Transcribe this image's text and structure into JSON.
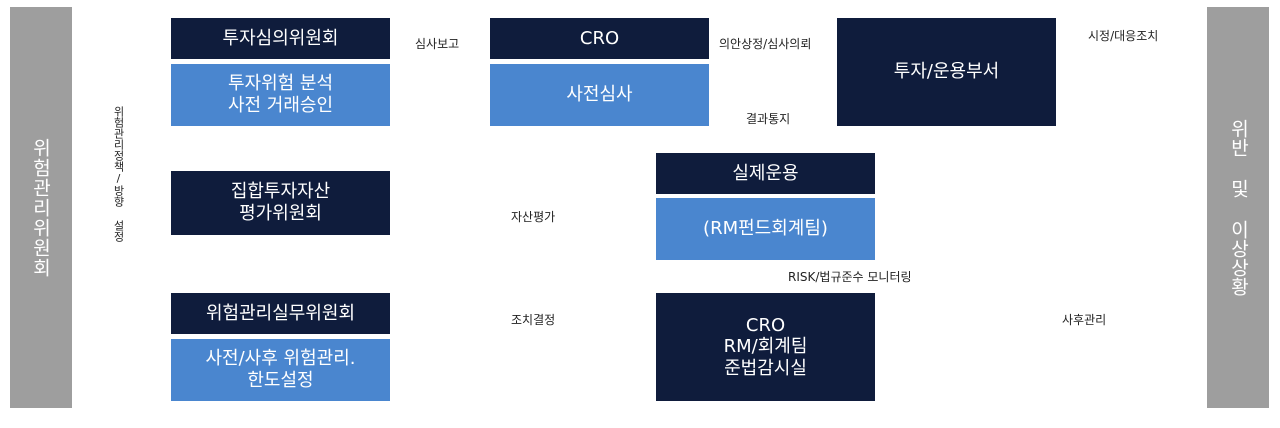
{
  "left_bar": {
    "text": "위험관리위원회"
  },
  "right_bar": {
    "text": "위반 및 이상상황"
  },
  "vertical_label": "위험관리정책/방향 설정",
  "boxes": {
    "committee_invest": "투자심의위원회",
    "invest_risk": "투자위험 분석\n사전 거래승인",
    "asset_valuation": "집합투자자산\n평가위원회",
    "risk_practice": "위험관리실무위원회",
    "pre_post": "사전/사후 위험관리.\n한도설정",
    "cro_top": "CRO",
    "pre_review": "사전심사",
    "invest_dept": "투자/운용부서",
    "actual_ops": "실제운용",
    "rm_fund": "(RM펀드회계팀)",
    "compliance_team": "CRO\nRM/회계팀\n준법감시실"
  },
  "labels": {
    "review_report": "심사보고",
    "agenda": "의안상정/심사의뢰",
    "result_notice": "결과통지",
    "corrective": "시정/대응조치",
    "asset_eval": "자산평가",
    "risk_monitor": "RISK/법규준수 모니터링",
    "action_decision": "조치결정",
    "post_management": "사후관리"
  }
}
